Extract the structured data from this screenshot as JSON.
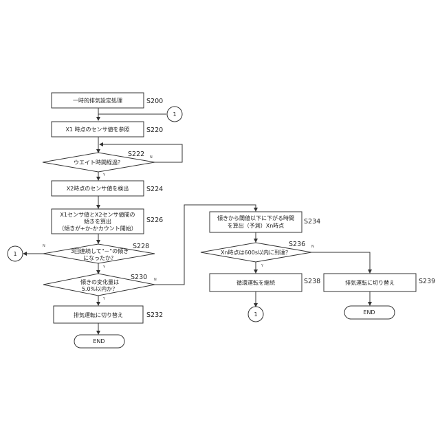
{
  "nodes": {
    "s200": {
      "text": "一時的排気設定処理",
      "step": "S200"
    },
    "s220": {
      "text": "X1 時点のセンサ値を参照",
      "step": "S220"
    },
    "s222": {
      "text": "ウエイト時間経過？",
      "step": "S222"
    },
    "s224": {
      "text": "X2時点のセンサ値を検出",
      "step": "S224"
    },
    "s226": {
      "line1": "X1センサ値とX2センサ値間の",
      "line2": "傾きを算出",
      "line3": "（傾きが+か-かカウント開始）",
      "step": "S226"
    },
    "s228": {
      "line1": "3回連続して\"－\"の傾き",
      "line2": "になったか？",
      "step": "S228"
    },
    "s230": {
      "line1": "傾きの変化量は",
      "line2": "5.0%以内か？",
      "step": "S230"
    },
    "s232": {
      "text": "排気運転に切り替え",
      "step": "S232"
    },
    "end1": {
      "text": "END"
    },
    "s234": {
      "line1": "傾きから閾値以下に下がる時間",
      "line2": "を算出（予測）Xn時点",
      "step": "S234"
    },
    "s236": {
      "text": "Xn時点は600s以内に到達？",
      "step": "S236"
    },
    "s238": {
      "text": "循環運転を継続",
      "step": "S238"
    },
    "s239": {
      "text": "排気運転に切り替え",
      "step": "S239"
    },
    "end2": {
      "text": "END"
    }
  },
  "connectors": {
    "c1": "1",
    "c2": "1",
    "c3": "1"
  },
  "branches": {
    "yes": "Y",
    "no": "N"
  }
}
